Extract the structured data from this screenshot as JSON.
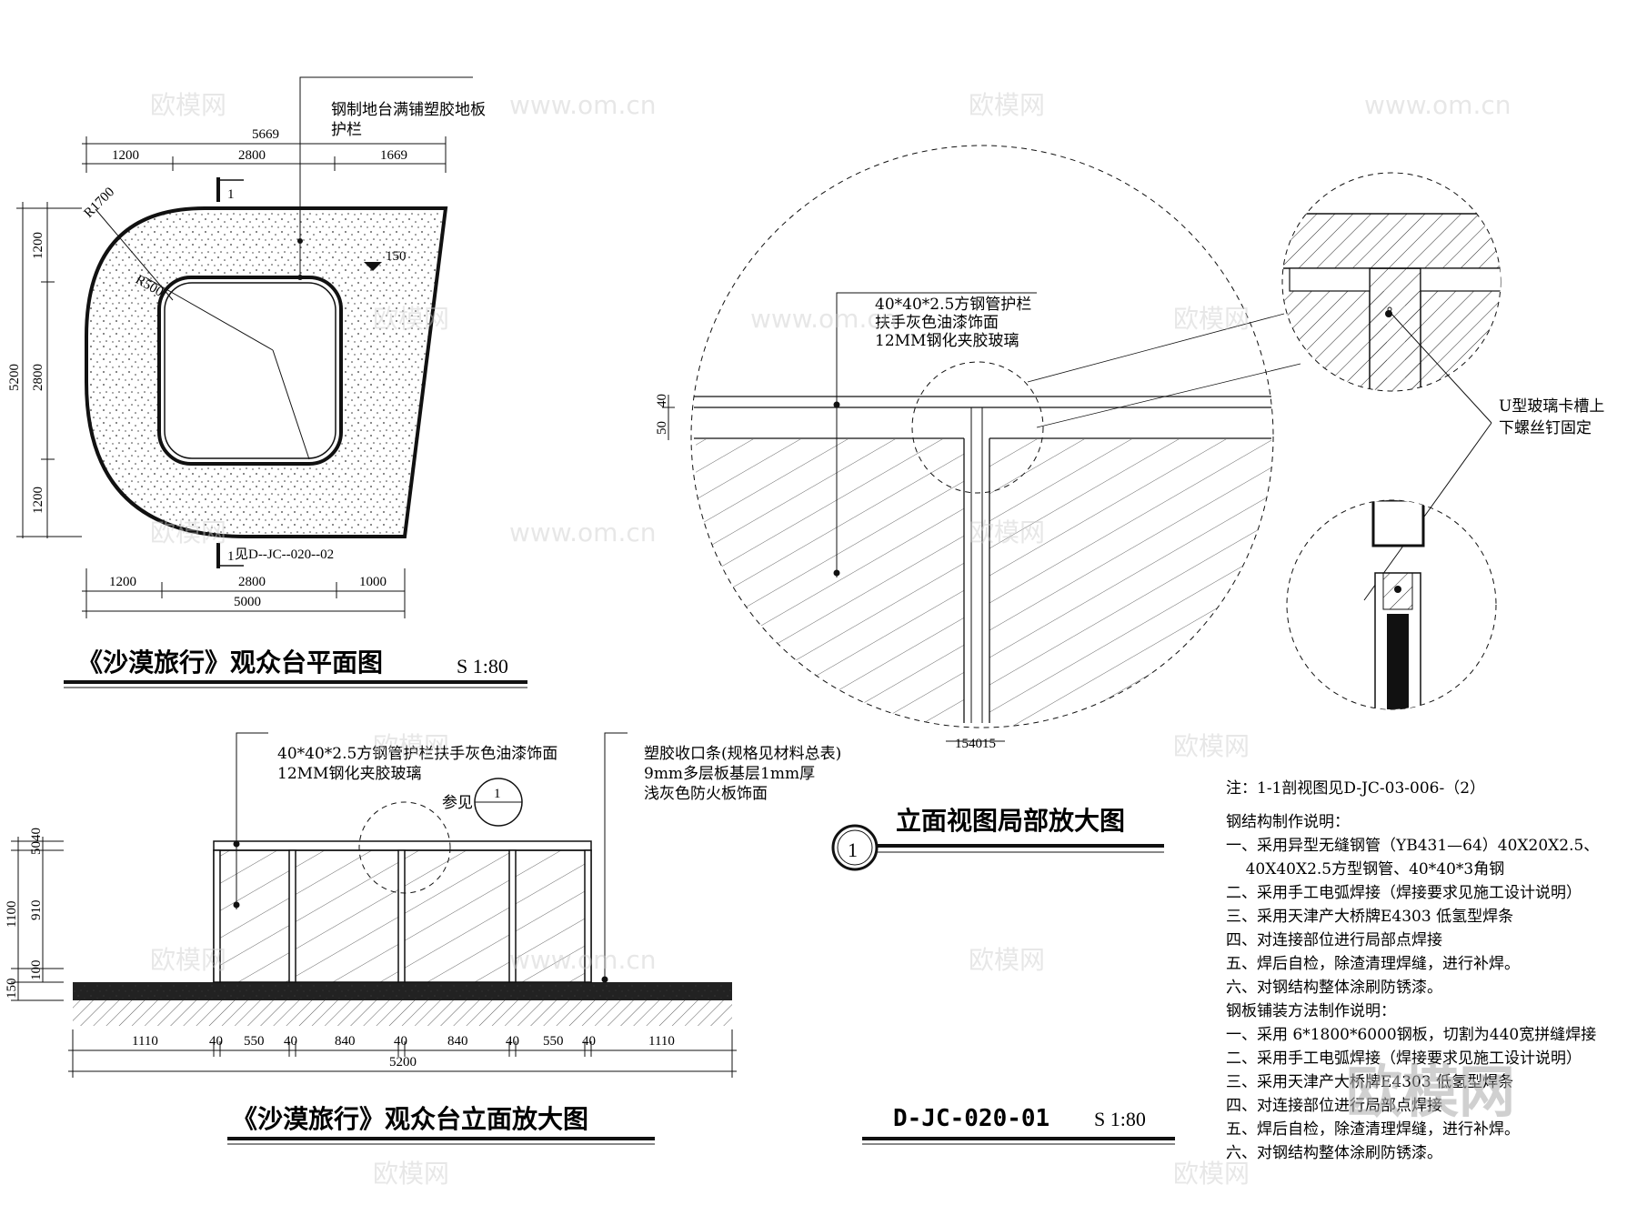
{
  "plan": {
    "title": "《沙漠旅行》观众台平面图",
    "scale": "S 1:80",
    "callout_line1": "钢制地台满铺塑胶地板",
    "callout_line2": "护栏",
    "dims_top": [
      "1200",
      "2800",
      "1669"
    ],
    "dim_top_total": "5669",
    "dims_bottom": [
      "1200",
      "2800",
      "1000"
    ],
    "dim_bottom_total": "5000",
    "dims_left": [
      "1200",
      "2800",
      "1200"
    ],
    "dim_left_total": "5200",
    "radius_outer": "R1700",
    "radius_inner": "R500",
    "level": "150",
    "section_mark": "1",
    "section_ref": "见D--JC--020--02"
  },
  "detail": {
    "title": "立面视图局部放大图",
    "number": "1",
    "note_line1": "40*40*2.5方钢管护栏",
    "note_line2": "扶手灰色油漆饰面",
    "note_line3": "12MM钢化夹胶玻璃",
    "u_clip_line1": "U型玻璃卡槽上",
    "u_clip_line2": "下螺丝钉固定",
    "dim_left_40": "40",
    "dim_left_50": "50",
    "dim_bottom": "154015"
  },
  "elevation": {
    "title": "《沙漠旅行》观众台立面放大图",
    "note_left_line1": "40*40*2.5方钢管护栏扶手灰色油漆饰面",
    "note_left_line2": "12MM钢化夹胶玻璃",
    "note_right_line1": "塑胶收口条(规格见材料总表)",
    "note_right_line2": "9mm多层板基层1mm厚",
    "note_right_line3": "浅灰色防火板饰面",
    "ref_label": "参见",
    "ref_mark": "1",
    "dims_bottom": [
      "1110",
      "40",
      "550",
      "40",
      "840",
      "40",
      "840",
      "40",
      "550",
      "40",
      "1110"
    ],
    "dim_total": "5200",
    "dims_left": [
      "50",
      "40",
      "910",
      "1100",
      "100",
      "150"
    ]
  },
  "sheet": {
    "code": "D-JC-020-01",
    "scale": "S 1:80"
  },
  "notes": {
    "lines": [
      "注：1-1剖视图见D-JC-03-006-（2）",
      "钢结构制作说明：",
      "一、采用异型无缝钢管（YB431—64）40X20X2.5、",
      "    40X40X2.5方型钢管、40*40*3角钢",
      "二、采用手工电弧焊接（焊接要求见施工设计说明）",
      "三、采用天津产大桥牌E4303 低氢型焊条",
      "四、对连接部位进行局部点焊接",
      "五、焊后自检，除渣清理焊缝，进行补焊。",
      "六、对钢结构整体涂刷防锈漆。",
      "钢板铺装方法制作说明：",
      "一、采用 6*1800*6000钢板，切割为440宽拼缝焊接",
      "二、采用手工电弧焊接（焊接要求见施工设计说明）",
      "三、采用天津产大桥牌E4303 低氢型焊条",
      "四、对连接部位进行局部点焊接",
      "五、焊后自检，除渣清理焊缝，进行补焊。",
      "六、对钢结构整体涂刷防锈漆。"
    ]
  },
  "watermark": {
    "text": "欧模网",
    "site": "www.om.cn"
  }
}
